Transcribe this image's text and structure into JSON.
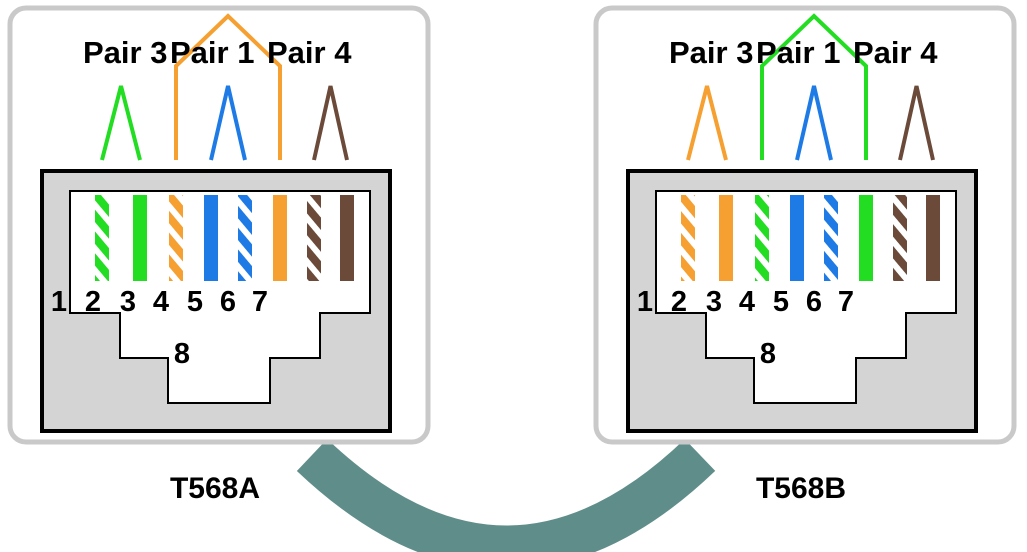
{
  "colors": {
    "green": "#22dd22",
    "orange": "#f5a030",
    "blue": "#1e7be6",
    "brown": "#6b4a3a",
    "cable": "#5f8e8a",
    "jack_fill": "#d4d4d4",
    "panel_border": "#c9c9c9"
  },
  "standards": [
    {
      "name": "T568A",
      "pair_labels": [
        "Pair 3",
        "Pair 1",
        "Pair 4"
      ],
      "pin_numbers": [
        "1",
        "2",
        "3",
        "4",
        "5",
        "6",
        "7"
      ],
      "pin8_label": "8",
      "wires": [
        "green-white",
        "green",
        "orange-white",
        "blue",
        "blue-white",
        "orange",
        "brown-white",
        "brown"
      ]
    },
    {
      "name": "T568B",
      "pair_labels": [
        "Pair 3",
        "Pair 1",
        "Pair 4"
      ],
      "pin_numbers": [
        "1",
        "2",
        "3",
        "4",
        "5",
        "6",
        "7"
      ],
      "pin8_label": "8",
      "wires": [
        "orange-white",
        "orange",
        "green-white",
        "blue",
        "blue-white",
        "green",
        "brown-white",
        "brown"
      ]
    }
  ]
}
